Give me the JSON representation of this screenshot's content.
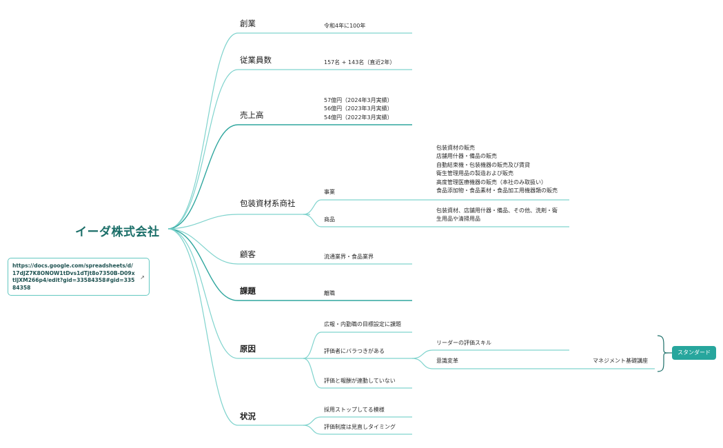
{
  "root": {
    "title": "イーダ株式会社"
  },
  "link": {
    "url": "https://docs.google.com/spreadsheets/d/17dJZ7K8ONOW1tDvs1dTjt8o7350B-D09xtIJXM266p4/edit?gid=33584358#gid=33584358",
    "icon": "external-link-icon"
  },
  "branches": {
    "founding": {
      "label": "創業",
      "detail": "令和4年に100年"
    },
    "employees": {
      "label": "従業員数",
      "detail": "157名 + 143名（直近2年）"
    },
    "sales": {
      "label": "売上高",
      "lines": [
        "57億円（2024年3月実績）",
        "56億円（2023年3月実績）",
        "54億円（2022年3月実績）"
      ]
    },
    "packaging": {
      "label": "包装資材系商社",
      "business": {
        "label": "事業",
        "items": [
          "包装資材の販売",
          "店舗用什器・備品の販売",
          "自動結束機・包装機器の販売及び賃貸",
          "衛生管理用品の製造および販売",
          "高度管理医療機器の販売（本社のみ取扱い）",
          "食品添加物・食品素材・食品加工用機器類の販売"
        ]
      },
      "products": {
        "label": "商品",
        "lines": [
          "包装資材、店舗用什器・備品、その他、洗剤・衛",
          "生用品や清掃用品"
        ]
      }
    },
    "customers": {
      "label": "顧客",
      "detail": "流通業界・食品業界"
    },
    "issues": {
      "label": "課題",
      "detail": "離職"
    },
    "causes": {
      "label": "原因",
      "items": [
        "広報・内勤職の目標設定に課題",
        "評価者にバラつきがある",
        "評価と報酬が連動していない"
      ],
      "evaluator_sub": [
        "リーダーの評価スキル",
        "意識変革"
      ],
      "awareness_sub": "マネジメント基礎講座"
    },
    "situation": {
      "label": "状況",
      "items": [
        "採用ストップしてる模様",
        "評価制度は見直しタイミング"
      ]
    }
  },
  "summary_badge": "スタンダード",
  "colors": {
    "accent": "#27a69d",
    "line": "#7fd3cd",
    "root_text": "#1a6e68"
  }
}
